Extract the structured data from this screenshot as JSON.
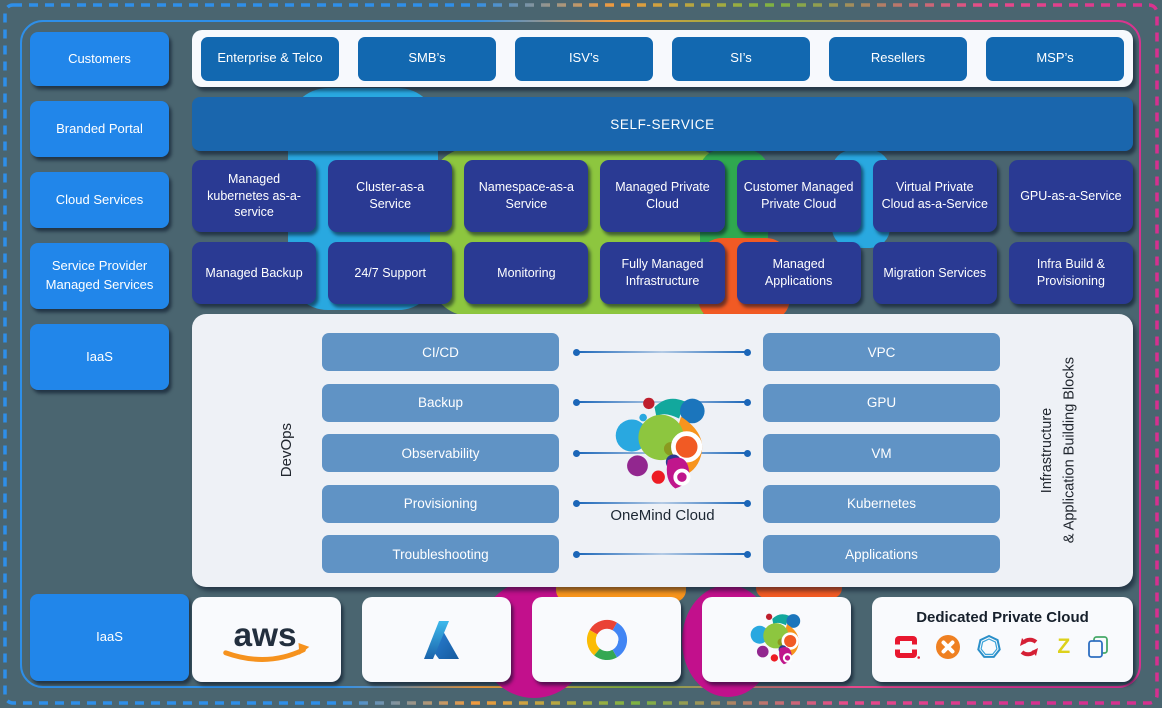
{
  "sidebar": {
    "items": [
      "Customers",
      "Branded Portal",
      "Cloud Services",
      "Service Provider Managed Services",
      "IaaS"
    ],
    "bottom_item": "IaaS"
  },
  "segments": [
    "Enterprise & Telco",
    "SMB’s",
    "ISV’s",
    "SI’s",
    "Resellers",
    "MSP’s"
  ],
  "self_service": "SELF-SERVICE",
  "services_row1": [
    "Managed kubernetes as-a-service",
    "Cluster-as-a Service",
    "Namespace-as-a Service",
    "Managed Private Cloud",
    "Customer Managed Private Cloud",
    "Virtual Private Cloud as-a-Service",
    "GPU-as-a-Service"
  ],
  "services_row2": [
    "Managed Backup",
    "24/7 Support",
    "Monitoring",
    "Fully Managed Infrastructure",
    "Managed Applications",
    "Migration Services",
    "Infra Build & Provisioning"
  ],
  "platform": {
    "devops_label": "DevOps",
    "devops_items": [
      "CI/CD",
      "Backup",
      "Observability",
      "Provisioning",
      "Troubleshooting"
    ],
    "center_label": "OneMind Cloud",
    "infra_items": [
      "VPC",
      "GPU",
      "VM",
      "Kubernetes",
      "Applications"
    ],
    "infra_label_line1": "Infrastructure",
    "infra_label_line2": "& Application Building Blocks"
  },
  "providers": {
    "aws_label": "aws",
    "card_icons": [
      "aws-logo",
      "azure-logo",
      "google-cloud-logo",
      "onemind-logo"
    ],
    "dedicated_title": "Dedicated Private Cloud",
    "dedicated_icons": [
      "openstack-icon",
      "orange-x-icon",
      "heptagon-icon",
      "red-sync-icon",
      "yellow-z-icon",
      "copy-squares-icon"
    ],
    "z_glyph": "Z"
  },
  "colors": {
    "background": "#4a6570",
    "sidebar_blue": "#2186ea",
    "segment_blue": "#1268b0",
    "banner_blue": "#1a66ad",
    "service_navy": "#2a3a93",
    "platform_panel": "#eef1f6",
    "platform_button": "#6093c5",
    "connector_blue": "#1b66b8",
    "card_white": "#f9fafd",
    "border_gradient": [
      "#2e8fe9",
      "#f09a3e",
      "#7cb342",
      "#d6308f"
    ]
  }
}
